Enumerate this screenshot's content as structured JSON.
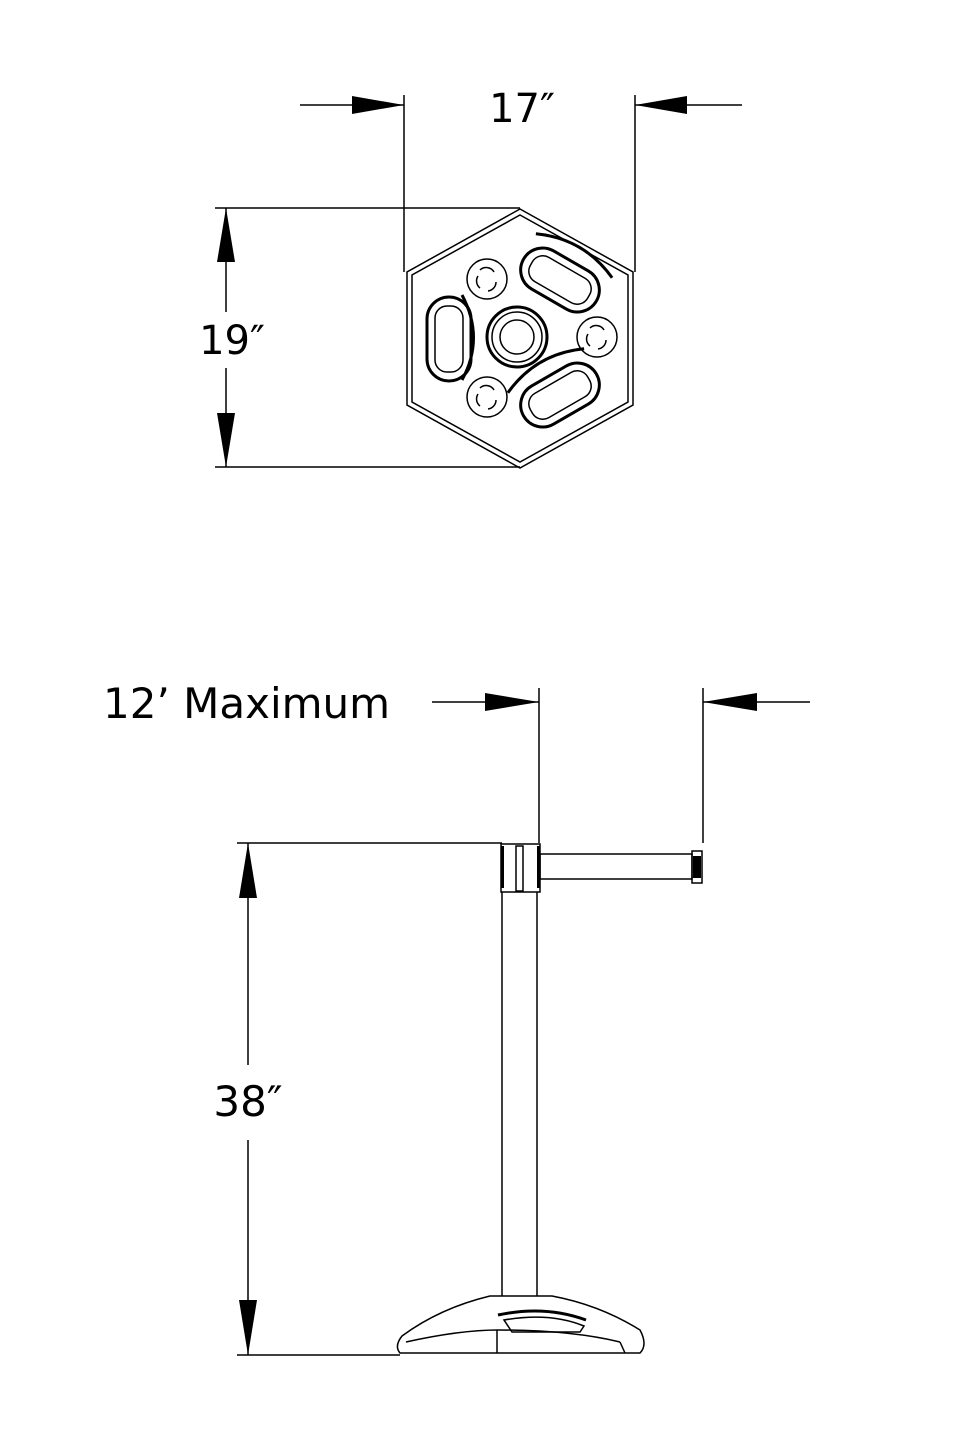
{
  "top_view": {
    "width_label": "17″",
    "depth_label": "19″"
  },
  "side_view": {
    "belt_label": "12’ Maximum",
    "height_label": "38″"
  },
  "colors": {
    "line": "#000000",
    "background": "#ffffff"
  }
}
